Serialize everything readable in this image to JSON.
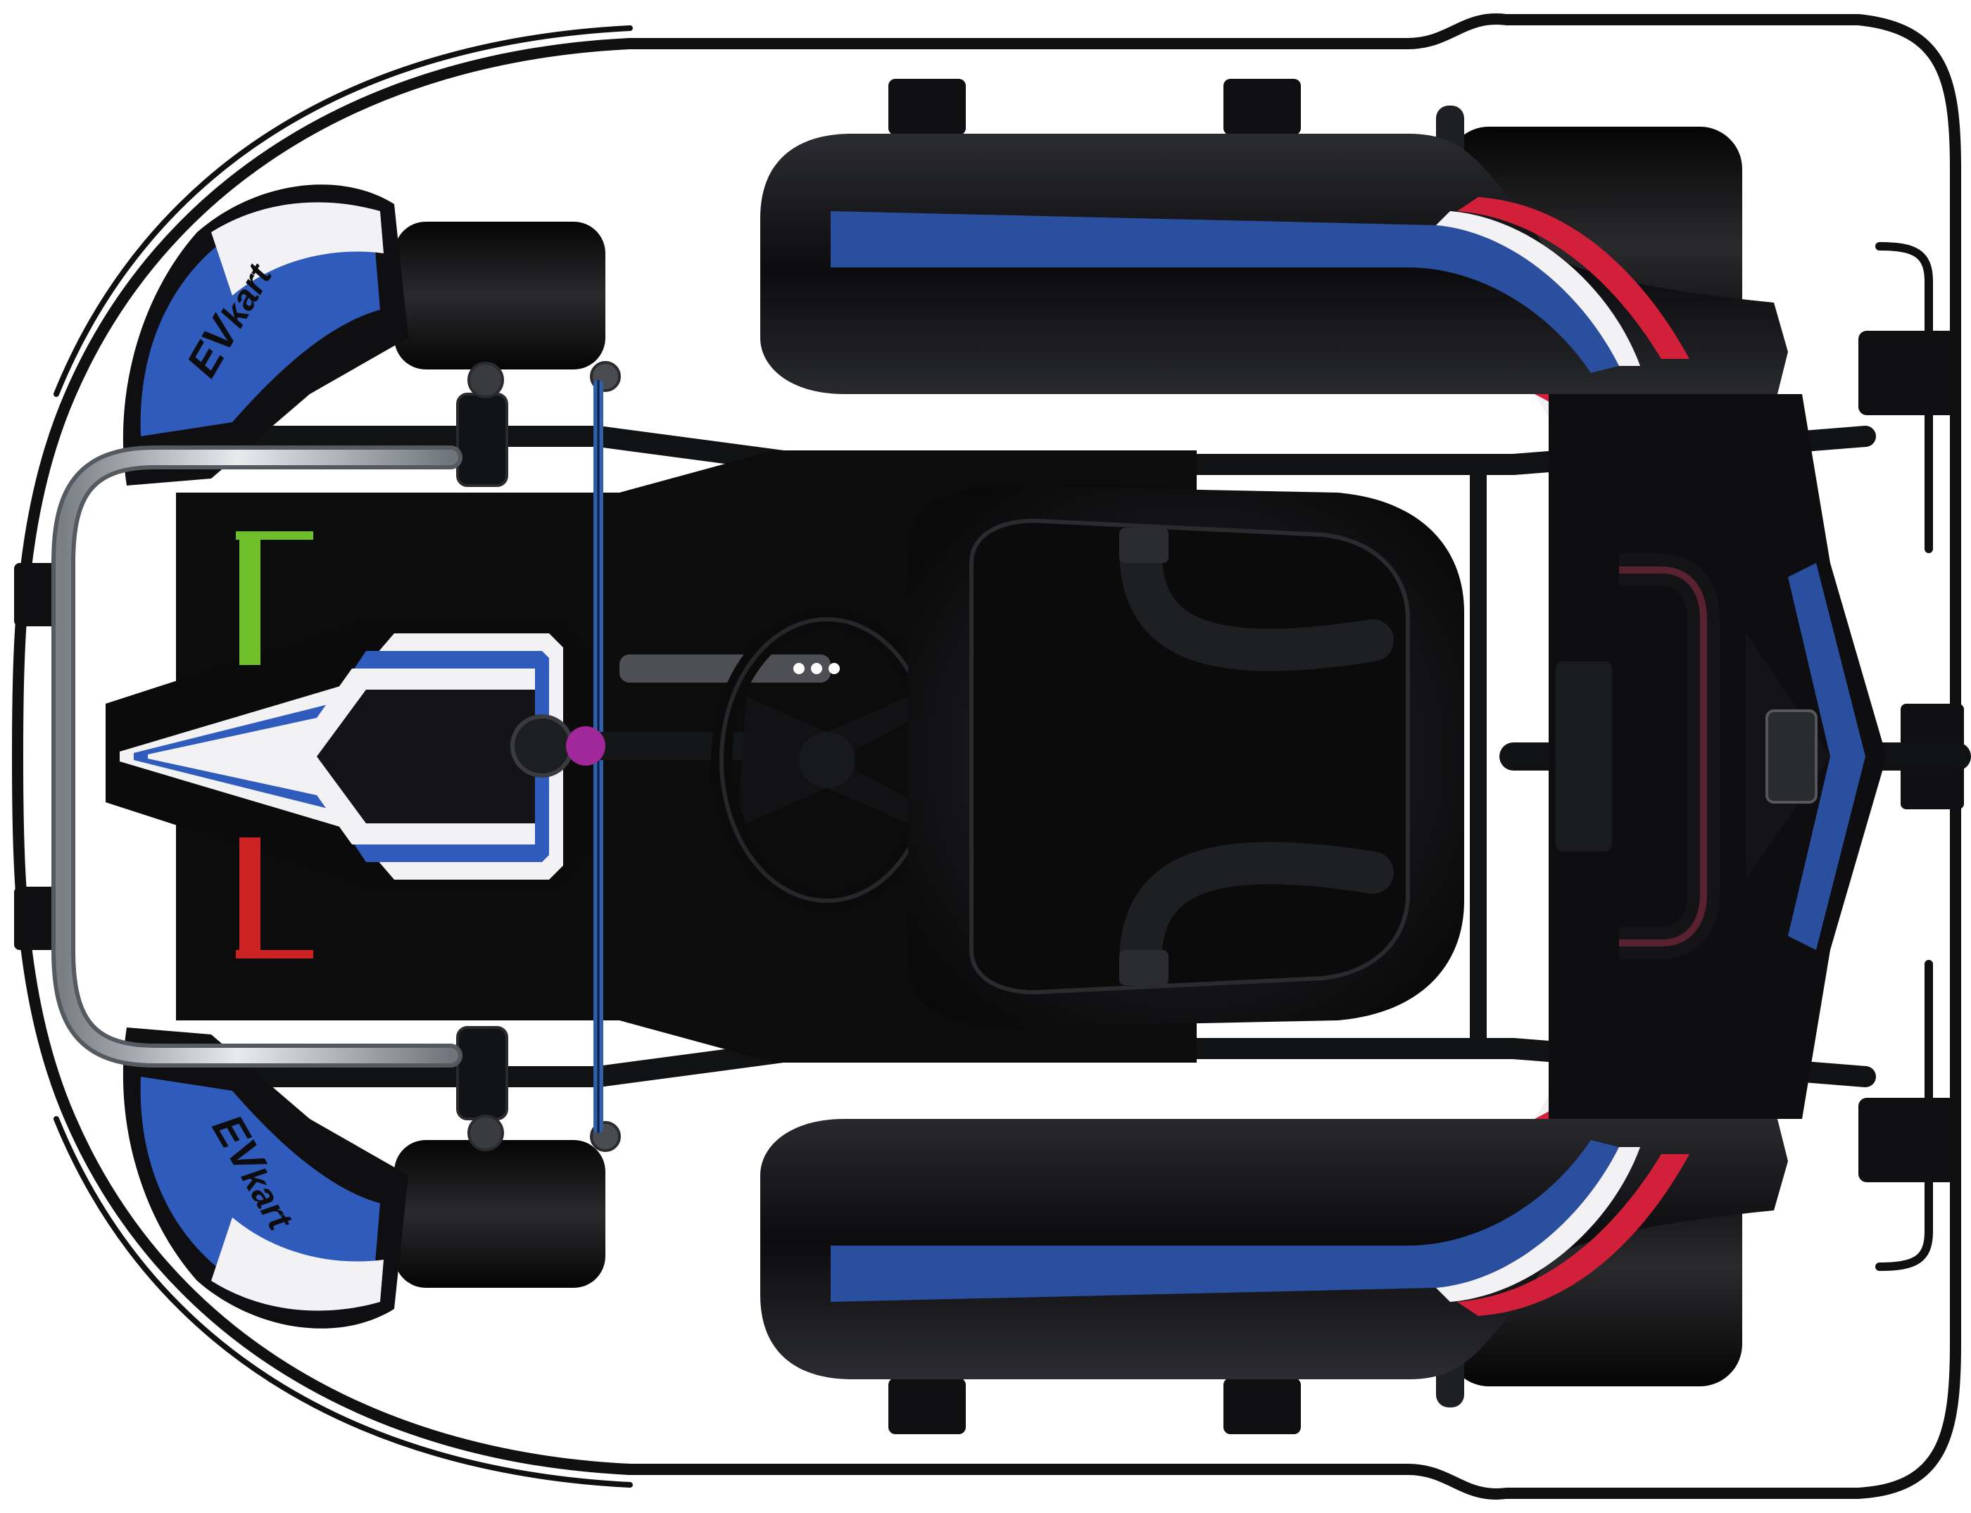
{
  "image": {
    "subject": "go-kart",
    "view": "top-down"
  },
  "branding": {
    "logo_ev": "EV",
    "logo_kart": "kart"
  },
  "colors": {
    "background": "#ffffff",
    "body_black": "#0d0d0f",
    "body_dark": "#1c1d21",
    "chassis": "#17181b",
    "accent_blue": "#2a4f9e",
    "accent_blue_light": "#3b66c4",
    "accent_red": "#d3203a",
    "accent_white": "#f2f2f4",
    "bumper_chrome": "#b8bcc2",
    "tie_rod_blue": "#2e5fa8",
    "pedal_green": "#6fbf2a",
    "pedal_red": "#cc2222",
    "bumper_outline": "#101010"
  }
}
